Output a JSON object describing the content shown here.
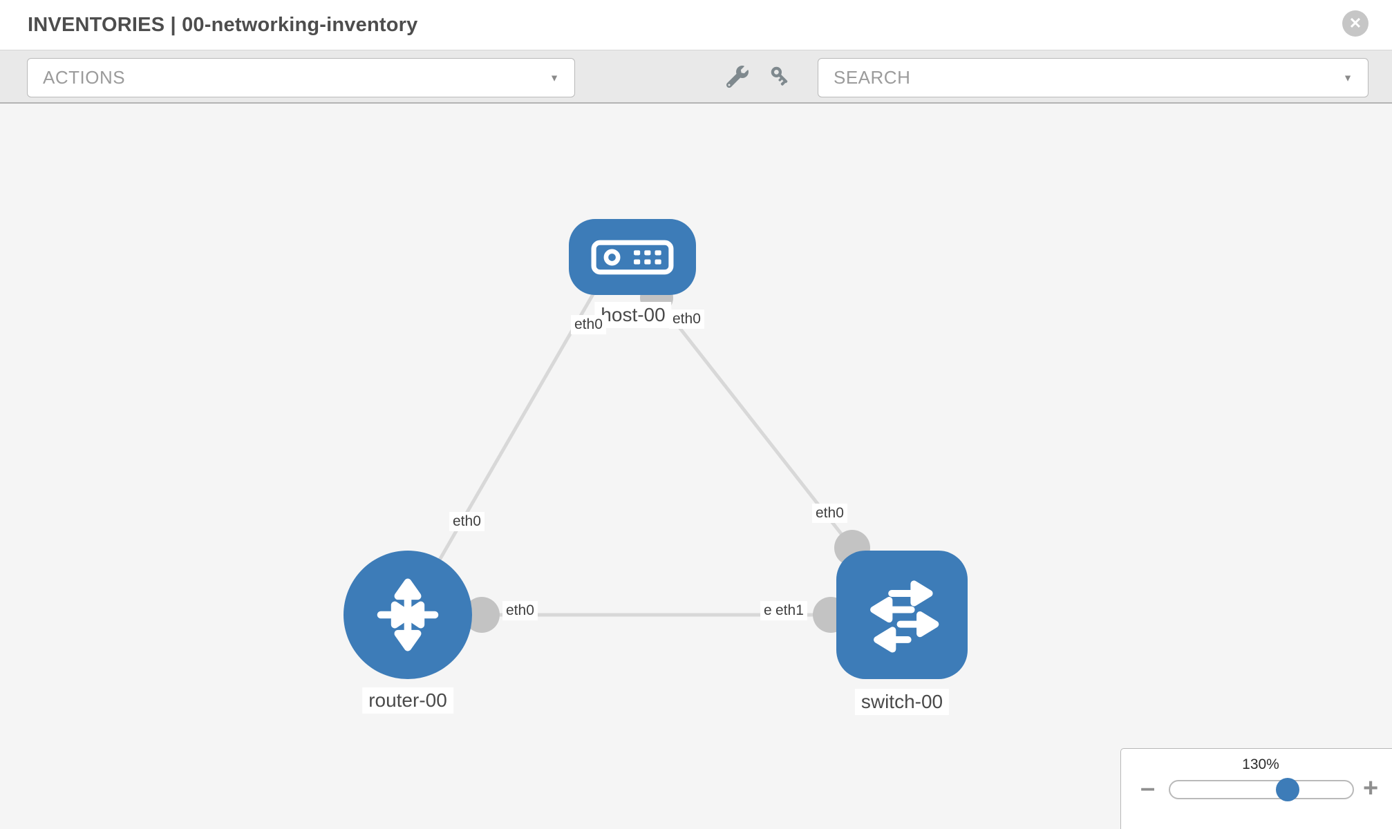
{
  "header": {
    "title": "INVENTORIES | 00-networking-inventory",
    "close_icon": "✕"
  },
  "toolbar": {
    "actions_placeholder": "ACTIONS",
    "search_placeholder": "SEARCH",
    "caret_icon": "▼",
    "icons": [
      "wrench-icon",
      "key-icon"
    ]
  },
  "topology": {
    "nodes": [
      {
        "label": "host-00",
        "type": "host",
        "ports": [
          "eth0",
          "eth0"
        ]
      },
      {
        "label": "router-00",
        "type": "router",
        "ports": [
          "eth0",
          "eth0"
        ]
      },
      {
        "label": "switch-00",
        "type": "switch",
        "ports": [
          "eth0",
          "eth0",
          "eth1"
        ]
      }
    ],
    "links": [
      {
        "source": "router-00",
        "source_port": "eth0",
        "target": "host-00",
        "target_port": "eth0"
      },
      {
        "source": "switch-00",
        "source_port": "eth0",
        "target": "host-00",
        "target_port": "eth0"
      },
      {
        "source": "router-00",
        "source_port": "eth0",
        "target": "switch-00",
        "target_port": "eth1"
      }
    ]
  },
  "zoom_control": {
    "level": "130%",
    "minus_icon": "–",
    "plus_icon": "+"
  },
  "colors": {
    "node_blue": "#3d7cb8",
    "link_gray": "#d8d8d8",
    "endpoint_gray": "#c3c3c3",
    "canvas_bg": "#f5f5f5",
    "toolbar_bg": "#e9e9e9"
  }
}
